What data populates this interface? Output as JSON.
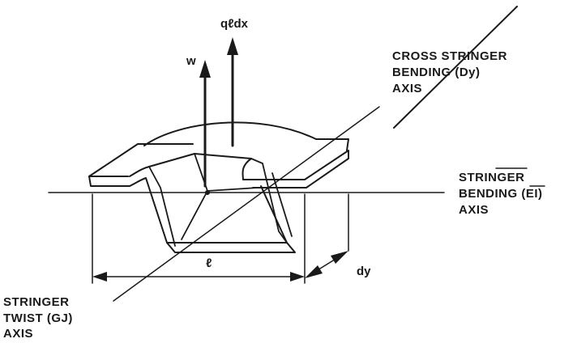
{
  "labels": {
    "q_load": "qℓdx",
    "w": "w",
    "cross_axis_line1": "CROSS STRINGER",
    "cross_axis_line2": "BENDING (Dy)",
    "cross_axis_line3": "AXIS",
    "stringer_bending_line1": "STRINGER",
    "stringer_bending_line2": "BENDING (EI)",
    "stringer_bending_line3": "AXIS",
    "twist_line1": "STRINGER",
    "twist_line2": "TWIST (GJ)",
    "twist_line3": "AXIS",
    "length": "ℓ",
    "dy": "dy"
  },
  "colors": {
    "ink": "#1a1a1a",
    "background": "#ffffff"
  }
}
